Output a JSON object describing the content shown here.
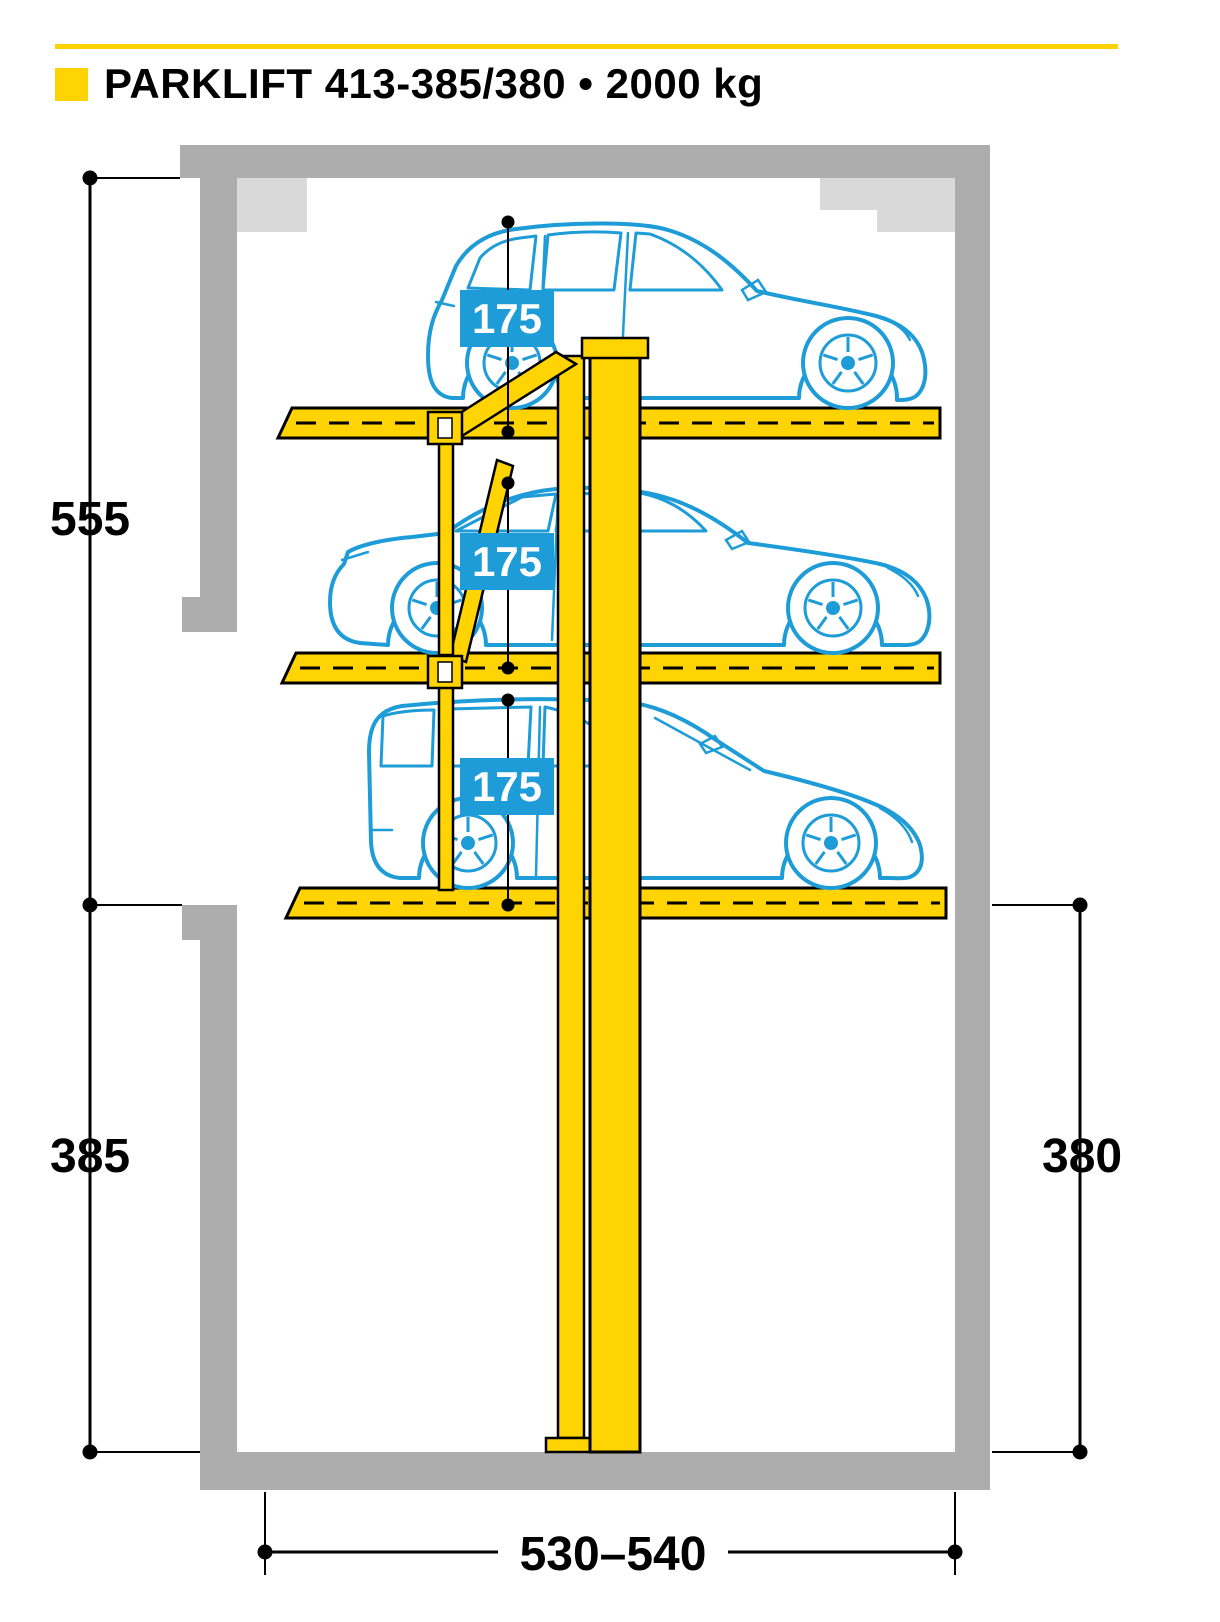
{
  "title": {
    "text": "PARKLIFT 413-385/380 • 2000 kg"
  },
  "colors": {
    "accent_yellow": "#FFD402",
    "car_blue": "#1E9CD7",
    "wall_gray": "#ADADAD",
    "wall_light_gray": "#D9D9D9",
    "badge_text": "#FFFFFF",
    "line_black": "#000000"
  },
  "dimensions": {
    "overall_height": "555",
    "pit_depth_left": "385",
    "pit_depth_right": "380",
    "pit_width": "530–540",
    "level_clearances": [
      "175",
      "175",
      "175"
    ]
  }
}
